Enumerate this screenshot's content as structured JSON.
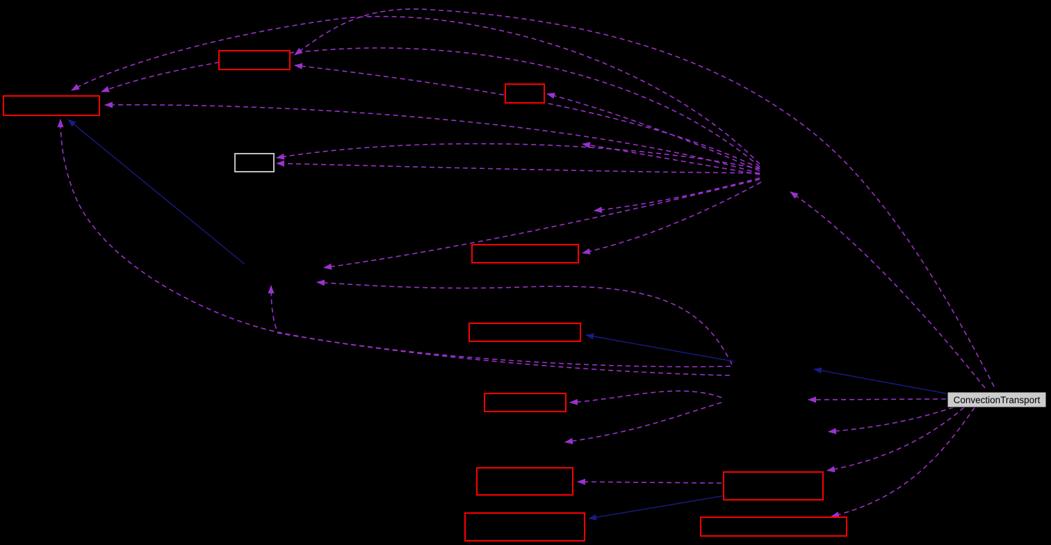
{
  "diagram": {
    "kind": "collaboration-graph",
    "current_node_label": "ConvectionTransport"
  },
  "colors": {
    "background": "#000000",
    "edge-dashed": "#9a32cd",
    "edge-solid": "#1a1a85",
    "node-red": "#ff0000",
    "node-gray": "#c0c0c0",
    "current-fill": "#cccccc",
    "label-color": "#000000"
  },
  "nodes": [
    {
      "id": "node-top",
      "label": "",
      "border": "red"
    },
    {
      "id": "node-left",
      "label": "",
      "border": "red"
    },
    {
      "id": "node-c",
      "label": "",
      "border": "red"
    },
    {
      "id": "node-truncated",
      "label": "",
      "border": "gray"
    },
    {
      "id": "node-mid-1",
      "label": "",
      "border": "red"
    },
    {
      "id": "node-mid-2",
      "label": "",
      "border": "red"
    },
    {
      "id": "node-small",
      "label": "",
      "border": "red"
    },
    {
      "id": "node-bottom-1",
      "label": "",
      "border": "red"
    },
    {
      "id": "node-bottom-2",
      "label": "",
      "border": "red"
    },
    {
      "id": "node-right-1",
      "label": "",
      "border": "red"
    },
    {
      "id": "node-right-2",
      "label": "",
      "border": "red"
    },
    {
      "id": "node-current",
      "label": "ConvectionTransport",
      "border": "black",
      "fill": "gray",
      "current": true
    },
    {
      "id": "hidden-hub",
      "label": "",
      "hidden": true
    },
    {
      "id": "hidden-base-1",
      "label": "",
      "hidden": true
    },
    {
      "id": "hidden-base-2",
      "label": "",
      "hidden": true
    },
    {
      "id": "hidden-e",
      "label": "",
      "hidden": true
    },
    {
      "id": "hidden-f",
      "label": "",
      "hidden": true
    },
    {
      "id": "hidden-g",
      "label": "",
      "hidden": true
    },
    {
      "id": "hidden-c2",
      "label": "",
      "hidden": true
    },
    {
      "id": "hidden-i",
      "label": "",
      "hidden": true
    }
  ],
  "edges": [
    {
      "from": "node-current",
      "to": "hidden-hub",
      "style": "dashed"
    },
    {
      "from": "node-current",
      "to": "node-top",
      "style": "dashed"
    },
    {
      "from": "node-current",
      "to": "hidden-base-2",
      "style": "dashed"
    },
    {
      "from": "node-current",
      "to": "hidden-base-1",
      "style": "solid"
    },
    {
      "from": "node-current",
      "to": "hidden-i",
      "style": "dashed"
    },
    {
      "from": "node-current",
      "to": "node-right-1",
      "style": "dashed"
    },
    {
      "from": "node-current",
      "to": "node-right-2",
      "style": "dashed"
    },
    {
      "from": "hidden-hub",
      "to": "node-top",
      "style": "dashed"
    },
    {
      "from": "hidden-hub",
      "to": "node-left",
      "style": "dashed"
    },
    {
      "from": "hidden-hub",
      "to": "node-left",
      "style": "dashed"
    },
    {
      "from": "hidden-hub",
      "to": "node-left",
      "style": "dashed"
    },
    {
      "from": "hidden-hub",
      "to": "node-c",
      "style": "dashed"
    },
    {
      "from": "hidden-hub",
      "to": "node-truncated",
      "style": "dashed"
    },
    {
      "from": "hidden-hub",
      "to": "node-truncated",
      "style": "dashed"
    },
    {
      "from": "hidden-hub",
      "to": "hidden-e",
      "style": "dashed"
    },
    {
      "from": "hidden-hub",
      "to": "hidden-f",
      "style": "dashed"
    },
    {
      "from": "hidden-hub",
      "to": "node-mid-1",
      "style": "dashed"
    },
    {
      "from": "hidden-hub",
      "to": "hidden-g",
      "style": "dashed"
    },
    {
      "from": "hidden-base-1",
      "to": "hidden-g",
      "style": "dashed"
    },
    {
      "from": "hidden-base-1",
      "to": "hidden-g",
      "style": "dashed"
    },
    {
      "from": "hidden-base-1",
      "to": "node-left",
      "style": "dashed"
    },
    {
      "from": "hidden-base-1",
      "to": "node-mid-2",
      "style": "solid"
    },
    {
      "from": "hidden-base-2",
      "to": "node-small",
      "style": "dashed"
    },
    {
      "from": "hidden-base-2",
      "to": "hidden-c2",
      "style": "dashed"
    },
    {
      "from": "node-right-1",
      "to": "node-bottom-1",
      "style": "dashed"
    },
    {
      "from": "node-right-1",
      "to": "node-bottom-2",
      "style": "solid"
    },
    {
      "from": "hidden-g",
      "to": "node-left",
      "style": "solid"
    }
  ]
}
